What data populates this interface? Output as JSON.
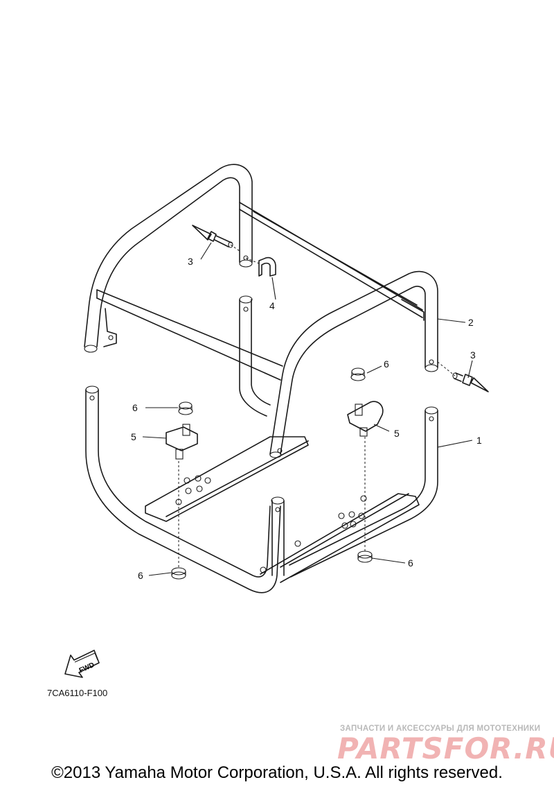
{
  "callouts": {
    "c1": "1",
    "c2": "2",
    "c3_left": "3",
    "c3_right": "3",
    "c4": "4",
    "c5_left": "5",
    "c5_right": "5",
    "c6_left_top": "6",
    "c6_right_top": "6",
    "c6_bottom_left": "6",
    "c6_bottom_right": "6"
  },
  "fwd_label": "FWD",
  "part_number": "7CA6110-F100",
  "watermark": {
    "small": "ЗАПЧАСТИ И АКСЕССУАРЫ ДЛЯ МОТОТЕХНИКИ",
    "big": "PARTSFOR.RU"
  },
  "copyright": "©2013 Yamaha Motor Corporation, U.S.A. All rights reserved."
}
